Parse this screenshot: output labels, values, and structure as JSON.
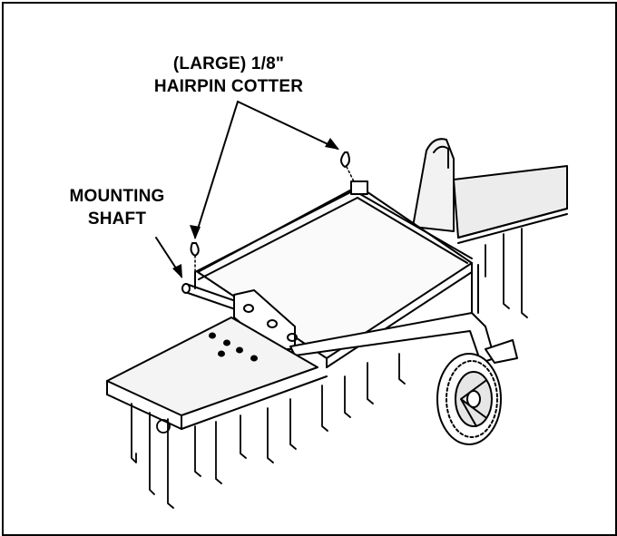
{
  "callouts": {
    "hairpin": {
      "line1": "(LARGE) 1/8\"",
      "line2": "HAIRPIN COTTER"
    },
    "shaft": {
      "line1": "MOUNTING",
      "line2": "SHAFT"
    }
  },
  "colors": {
    "ink": "#000000",
    "paper": "#ffffff",
    "shade": "#e6e6e6"
  },
  "parts": [
    "hairpin-cotter",
    "mounting-shaft",
    "aerator-frame",
    "tine-bar",
    "wheel",
    "mounting-bracket"
  ]
}
